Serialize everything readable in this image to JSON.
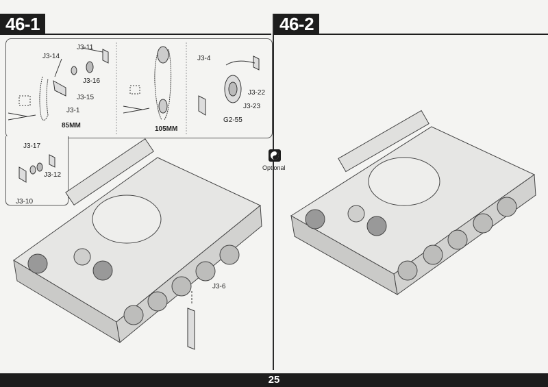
{
  "steps": {
    "left": "46-1",
    "right": "46-2"
  },
  "optional": {
    "label": "Optional",
    "icon": "yin-yang-icon"
  },
  "page_number": "25",
  "parts": {
    "j3_14": "J3-14",
    "j3_11": "J3-11",
    "j3_16": "J3-16",
    "j3_15": "J3-15",
    "j3_1": "J3-1",
    "length_85": "85MM",
    "length_105": "105MM",
    "j3_4": "J3-4",
    "j3_22": "J3-22",
    "j3_23": "J3-23",
    "g2_55": "G2-55",
    "j3_17": "J3-17",
    "j3_12": "J3-12",
    "j3_10": "J3-10",
    "j3_6": "J3-6"
  },
  "colors": {
    "ink": "#1d1d1d",
    "paper": "#f4f4f2",
    "line": "#555555"
  }
}
